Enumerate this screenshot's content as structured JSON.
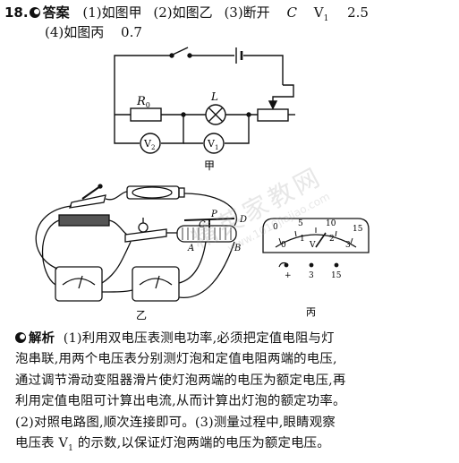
{
  "answer": {
    "number": "18.",
    "label": "答案",
    "line1_parts": [
      "(1)如图甲",
      "(2)如图乙",
      "(3)断开",
      "C",
      "V",
      "1",
      "2.5"
    ],
    "line2_parts": [
      "(4)如图丙",
      "0.7"
    ]
  },
  "figure_jia": {
    "labels": {
      "r0": "R",
      "r0_sub": "0",
      "lamp": "L",
      "v2": "V",
      "v2_sub": "2",
      "v1": "V",
      "v1_sub": "1"
    },
    "caption": "甲"
  },
  "figure_yi": {
    "labels": {
      "p": "P",
      "c": "C",
      "d": "D",
      "a": "A",
      "b": "B"
    },
    "caption": "乙"
  },
  "figure_bing": {
    "scale_top": [
      "0",
      "5",
      "10",
      "15"
    ],
    "scale_bottom": [
      "0",
      "1",
      "2",
      "3"
    ],
    "meter_symbol": "V",
    "terminals": [
      "+",
      "3",
      "15"
    ],
    "caption": "丙"
  },
  "explanation": {
    "label": "解析",
    "lines": [
      "(1)利用双电压表测电功率,必须把定值电阻与灯",
      "泡串联,用两个电压表分别测灯泡和定值电阻两端的电压,",
      "通过调节滑动变阻器滑片使灯泡两端的电压为额定电压,再",
      "利用定值电阻可计算出电流,从而计算出灯泡的额定功率。",
      "(2)对照电路图,顺次连接即可。(3)测量过程中,眼睛观察",
      "电压表 V",
      "的示数,以保证灯泡两端的电压为额定电压。"
    ],
    "v1_sub": "1"
  },
  "watermark": {
    "text": "精英家教网",
    "url": "www.1010jiajiao.com"
  }
}
